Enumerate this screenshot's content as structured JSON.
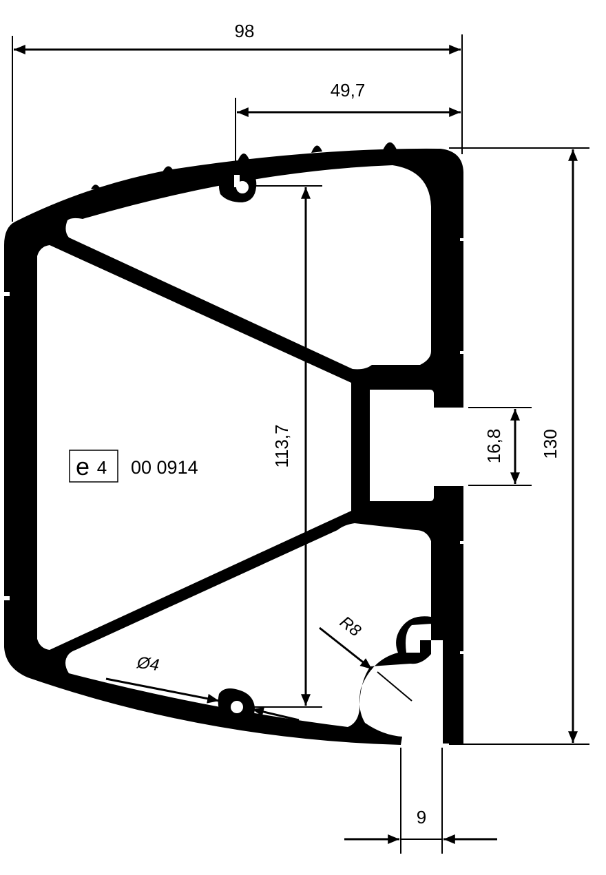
{
  "dimensions": {
    "overall_width": "98",
    "upper_width": "49,7",
    "inner_height": "113,7",
    "slot_width": "16,8",
    "overall_height": "130",
    "radius": "R8",
    "hole_diameter": "Ø4",
    "bottom_gap": "9"
  },
  "approval_mark": {
    "symbol": "e",
    "country_code": "4",
    "number": "00 0914"
  },
  "colors": {
    "profile_fill": "#000000",
    "background": "#ffffff"
  }
}
